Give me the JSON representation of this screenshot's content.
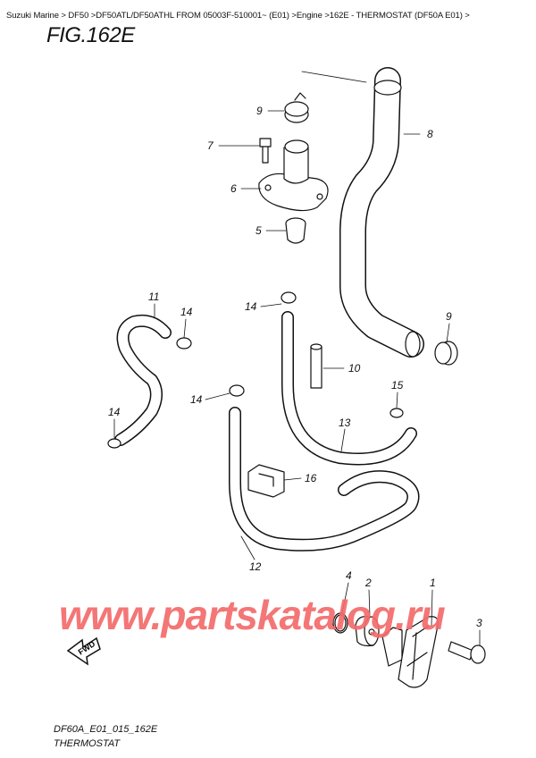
{
  "breadcrumb": "Suzuki Marine > DF50 >DF50ATL/DF50ATHL FROM 05003F-510001~ (E01) >Engine >162E - THERMOSTAT (DF50A E01) >",
  "figure_title": "FIG.162E",
  "callouts": [
    "9",
    "8",
    "7",
    "6",
    "5",
    "11",
    "14",
    "14",
    "9",
    "10",
    "15",
    "14",
    "14",
    "13",
    "16",
    "12",
    "4",
    "2",
    "1",
    "3"
  ],
  "fwd_label": "FWD",
  "watermark": "www.partskatalog.ru",
  "diagram_code": "DF60A_E01_015_162E",
  "diagram_caption": "THERMOSTAT",
  "colors": {
    "watermark": "#f46b6b",
    "lines": "#111111"
  }
}
